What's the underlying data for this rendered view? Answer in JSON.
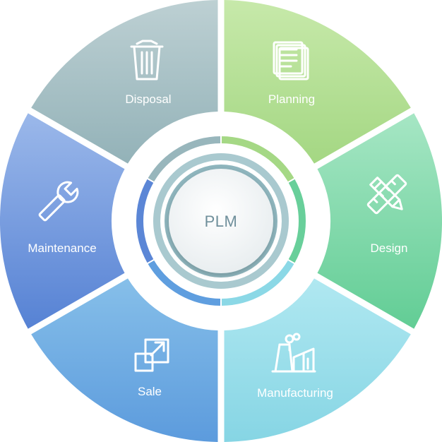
{
  "center": {
    "label": "PLM"
  },
  "segments": [
    {
      "id": "planning",
      "label": "Planning",
      "icon": "document-stack-icon",
      "color_top": "#bfe6a3",
      "color_bottom": "#a5d885"
    },
    {
      "id": "design",
      "label": "Design",
      "icon": "pencil-ruler-icon",
      "color_top": "#9fe2be",
      "color_bottom": "#68cf9a"
    },
    {
      "id": "manufacturing",
      "label": "Manufacturing",
      "icon": "factory-icon",
      "color_top": "#a6e4ee",
      "color_bottom": "#8bd8e6"
    },
    {
      "id": "sale",
      "label": "Sale",
      "icon": "resize-arrow-icon",
      "color_top": "#7fb9e8",
      "color_bottom": "#5f9edf"
    },
    {
      "id": "maintenance",
      "label": "Maintenance",
      "icon": "wrench-icon",
      "color_top": "#8fb0e7",
      "color_bottom": "#5b86d6"
    },
    {
      "id": "disposal",
      "label": "Disposal",
      "icon": "trash-can-icon",
      "color_top": "#b3c8cc",
      "color_bottom": "#98b6bc"
    }
  ]
}
